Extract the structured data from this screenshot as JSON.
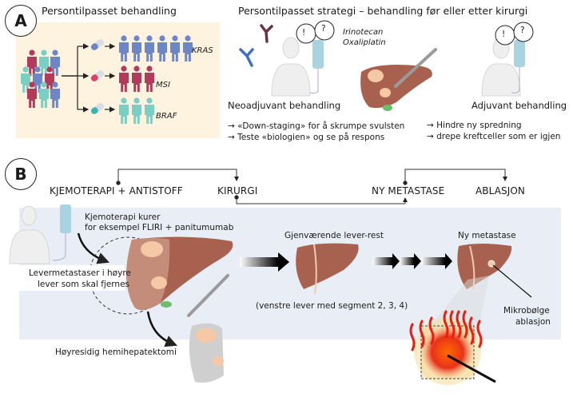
{
  "panel_a": {
    "letter": "A",
    "title_left": "Persontilpasset behandling",
    "title_right": "Persontilpasset strategi – behandling før eller etter kirurgi",
    "groups": [
      {
        "label": "KRAS",
        "color": "#6e85c6",
        "count": 6
      },
      {
        "label": "MSI",
        "color": "#b23a5a",
        "count": 3
      },
      {
        "label": "BRAF",
        "color": "#79cfc4",
        "count": 3
      }
    ],
    "drugs": [
      "Irinotecan",
      "Oxaliplatin"
    ],
    "speech_bubbles": [
      "!",
      "?"
    ],
    "neoadjuvant": {
      "title": "Neoadjuvant behandling",
      "bullets": [
        "→ «Down-staging» for å skrumpe svulsten",
        "→ Teste «biologien» og se på respons"
      ]
    },
    "adjuvant": {
      "title": "Adjuvant behandling",
      "bullets": [
        "→ Hindre ny spredning",
        "→ drepe kreftceller som er igjen"
      ]
    }
  },
  "panel_b": {
    "letter": "B",
    "flow_steps": [
      "KJEMOTERAPI + ANTISTOFF",
      "KIRURGI",
      "NY METASTASE",
      "ABLASJON"
    ],
    "chemo_label_1": "Kjemoterapi kurer",
    "chemo_label_2": "for eksempel FLIRI + panitumumab",
    "metastases_label_1": "Levermetastaser i høyre",
    "metastases_label_2": "lever som skal fjernes",
    "resection_label": "Høyresidig hemihepatektomi",
    "remnant_title": "Gjenværende lever-rest",
    "remnant_caption": "(venstre lever med segment 2, 3, 4)",
    "new_met_title": "Ny metastase",
    "ablation_label_1": "Mikrobølge",
    "ablation_label_2": "ablasjon"
  },
  "colors": {
    "panel_a_bg": "#fdf3df",
    "panel_b_bg": "#e9eef6",
    "liver": "#a9614f",
    "tumor": "#f6c9a6",
    "iv_bag": "#a9d3e0"
  }
}
